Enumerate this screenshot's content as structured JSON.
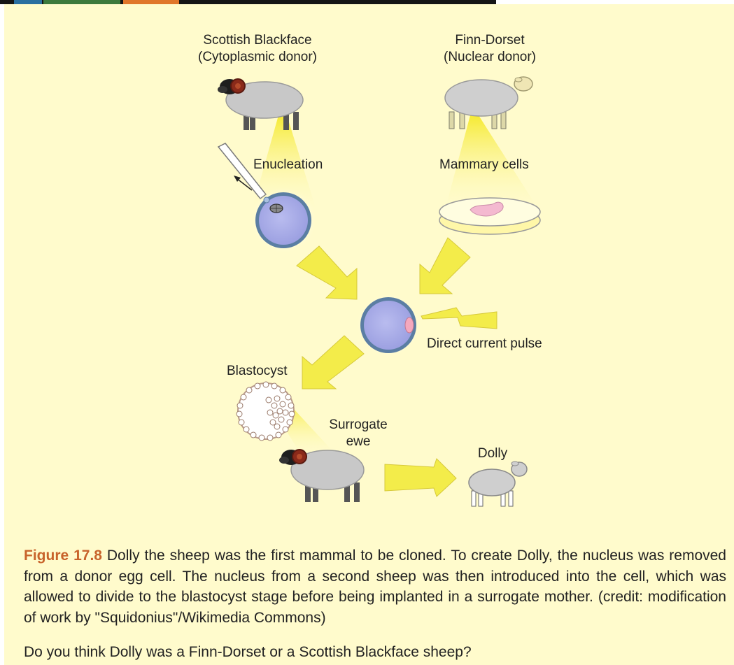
{
  "colors": {
    "background": "#fffbcc",
    "figure_label": "#c8632b",
    "arrow_fill": "#f3ec4a",
    "egg_cytoplasm": "#a6a9e8",
    "egg_ring": "#5b7ea3",
    "sheep_body": "#c8c8c8"
  },
  "diagram": {
    "donor_left": {
      "name": "Scottish Blackface",
      "role": "(Cytoplasmic donor)"
    },
    "donor_right": {
      "name": "Finn-Dorset",
      "role": "(Nuclear donor)"
    },
    "enucleation_label": "Enucleation",
    "mammary_label": "Mammary cells",
    "pulse_label": "Direct current pulse",
    "blastocyst_label": "Blastocyst",
    "surrogate_label_line1": "Surrogate",
    "surrogate_label_line2": "ewe",
    "dolly_label": "Dolly"
  },
  "caption": {
    "figure_label": "Figure 17.8",
    "text": " Dolly the sheep was the first mammal to be cloned. To create Dolly, the nucleus was removed from a donor egg cell. The nucleus from a second sheep was then introduced into the cell, which was allowed to divide to the blastocyst stage before being implanted in a surrogate mother. (credit: modification of work by \"Squidonius\"/Wikimedia Commons)"
  },
  "question": "Do you think Dolly was a Finn-Dorset or a Scottish Blackface sheep?"
}
